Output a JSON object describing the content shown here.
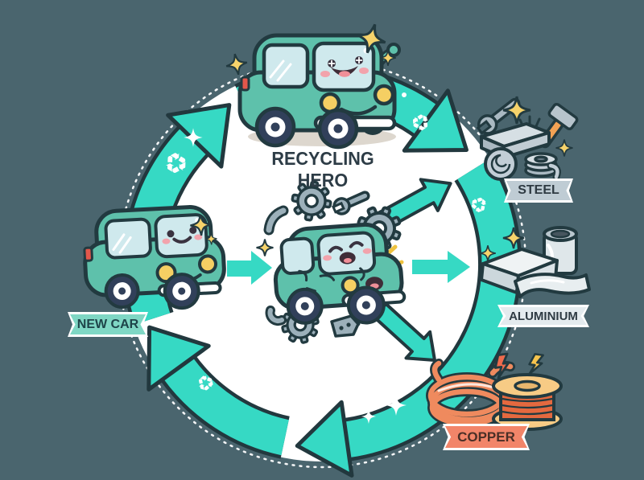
{
  "title": "RECYCLING HERO",
  "labels": {
    "new_car": "NEW CAR",
    "steel": "STEEL",
    "aluminium": "ALUMINIUM",
    "copper": "COPPER"
  },
  "icons": {
    "recycle_glyph": "♻",
    "gear_icon": "gear",
    "wrench_icon": "wrench",
    "hammer_icon": "hammer",
    "lightning_icon": "lightning-bolt",
    "sparkle_icon": "four-point-sparkle"
  },
  "diagram": {
    "type": "cycle-infographic",
    "cycle_nodes": [
      "NEW CAR",
      "RECYCLING HERO",
      "dismantled car with gears and parts"
    ],
    "outputs": [
      "STEEL",
      "ALUMINIUM",
      "COPPER"
    ],
    "flow": "clockwise ring of teal arrows; center car is broken into steel, aluminium and copper which return as a new car",
    "colors": {
      "background": "#4A656E",
      "ring_teal": "#36D9C4",
      "outline_dark": "#22383E",
      "car_body_teal": "#5EC1AB",
      "window_blue": "#CFE9ED",
      "headlight_yellow": "#F5CF63",
      "steel_gray": "#C2CED6",
      "aluminium_silver": "#E4EBEE",
      "copper_orange": "#E4693F",
      "banner_new_car": "#7FD7C4",
      "banner_steel": "#BFCCD4",
      "banner_aluminium": "#E4EBEE",
      "banner_copper": "#F28569"
    }
  }
}
